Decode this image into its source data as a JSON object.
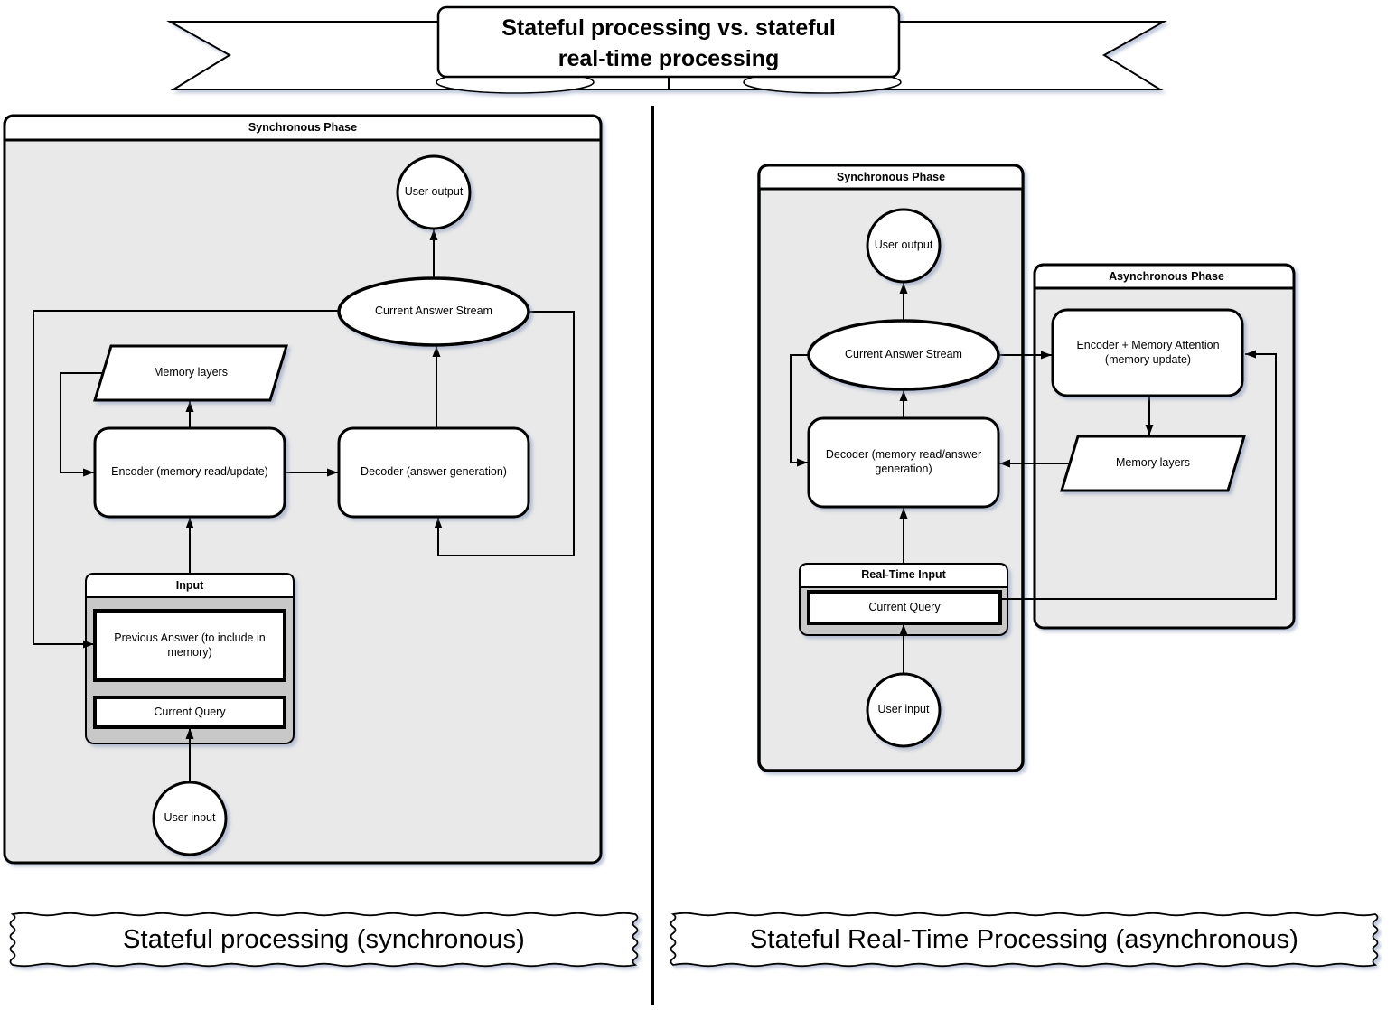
{
  "banner": {
    "title_lines": [
      "Stateful processing vs. stateful",
      "real-time processing"
    ]
  },
  "left_panel": {
    "header": "Synchronous Phase",
    "caption": "Stateful processing (synchronous)",
    "nodes": {
      "user_output": "User output",
      "answer_stream": "Current Answer Stream",
      "memory_layers": "Memory layers",
      "encoder": "Encoder (memory read/update)",
      "decoder": "Decoder (answer generation)",
      "input_header": "Input",
      "previous_answer": "Previous Answer (to include in memory)",
      "current_query": "Current Query",
      "user_input": "User input"
    }
  },
  "right_panel": {
    "sync_header": "Synchronous Phase",
    "async_header": "Asynchronous Phase",
    "caption": "Stateful Real-Time Processing (asynchronous)",
    "nodes": {
      "user_output": "User output",
      "answer_stream": "Current Answer Stream",
      "decoder": "Decoder (memory read/answer generation)",
      "rti_header": "Real-Time Input",
      "current_query": "Current Query",
      "user_input": "User input",
      "encoder_memory": "Encoder + Memory Attention (memory update)",
      "memory_layers": "Memory layers"
    }
  },
  "colors": {
    "container_fill": "#e9e9e9",
    "inner_container_fill": "#c8c8c8",
    "node_fill": "#ffffff",
    "stroke": "#000000",
    "shadow": "#8090b8",
    "background": "#ffffff"
  }
}
